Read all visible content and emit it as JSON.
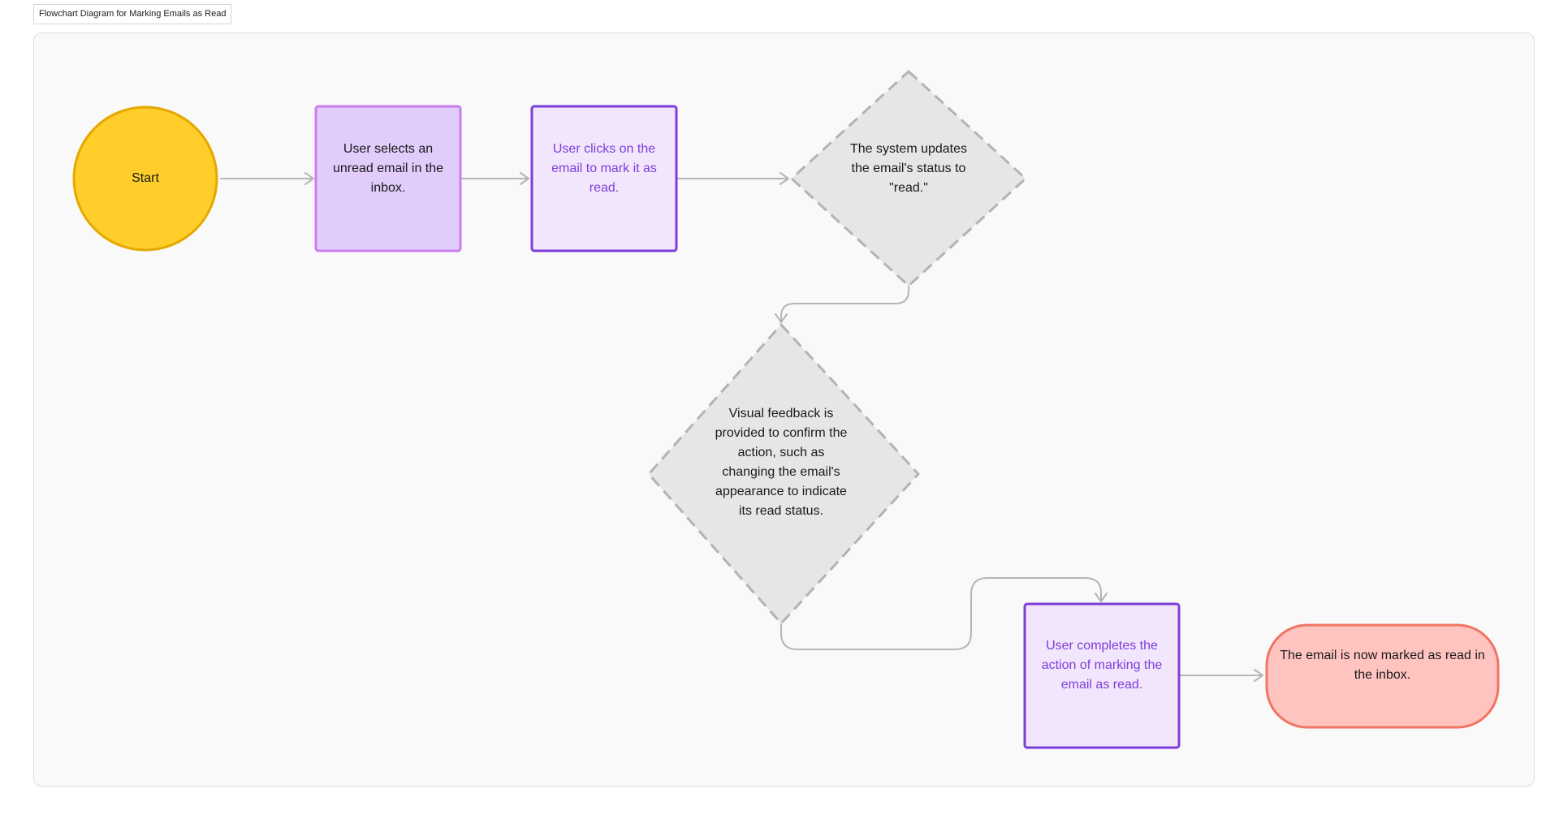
{
  "diagram": {
    "title": "Flowchart Diagram for Marking Emails as Read",
    "colors": {
      "canvas_bg": "#f9f9f9",
      "connector": "#b5b5b5",
      "start_fill": "#ffce2b",
      "start_stroke": "#e5a800",
      "process_fill": "#e2ccfb",
      "process_stroke": "#c97ef0",
      "action_fill": "#f2e6fd",
      "action_stroke": "#7c3ed8",
      "action_text": "#7c3ed8",
      "decision_fill": "#e6e6e6",
      "decision_stroke": "#b3b3b3",
      "end_fill": "#ffc4c0",
      "end_stroke": "#f07462"
    },
    "nodes": {
      "start": "Start",
      "select_email": "User selects an unread email in the inbox.",
      "click_mark": "User clicks on the email to mark it as read.",
      "system_update": "The system updates the email's status to \"read.\"",
      "visual_feedback": "Visual feedback is provided to confirm the action, such as changing the email's appearance to indicate its read status.",
      "complete_action": "User completes the action of marking the email as read.",
      "end": "The email is now marked as read in the inbox."
    }
  }
}
